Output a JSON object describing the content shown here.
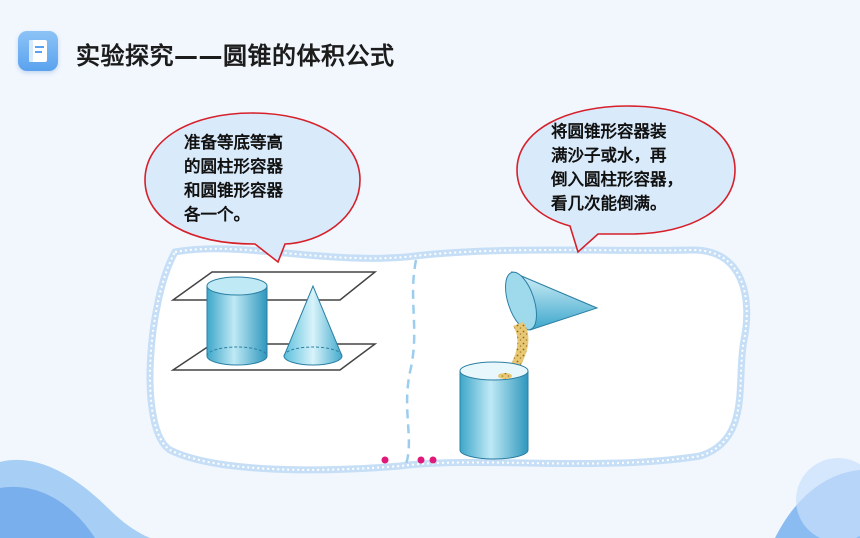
{
  "header": {
    "title": "实验探究——圆锥的体积公式",
    "icon": "notebook-icon",
    "accent": "#5aa2ee"
  },
  "bubbles": {
    "left": {
      "lines": [
        "准备等底等高",
        "的圆柱形容器",
        "和圆锥形容器",
        "各一个。"
      ],
      "border_color": "#d6202a",
      "fill_color": "#d9ebfb"
    },
    "right": {
      "lines": [
        "将圆锥形容器装",
        "满沙子或水，再",
        "倒入圆柱形容器，",
        "看几次能倒满。"
      ],
      "border_color": "#d6202a",
      "fill_color": "#d9ebfb"
    }
  },
  "illustration": {
    "left_panel": "cylinder-and-cone-between-planes",
    "right_panel": "pouring-cone-into-cylinder",
    "dot_color": "#e0187a",
    "solid_color": "#4fb3d2"
  }
}
